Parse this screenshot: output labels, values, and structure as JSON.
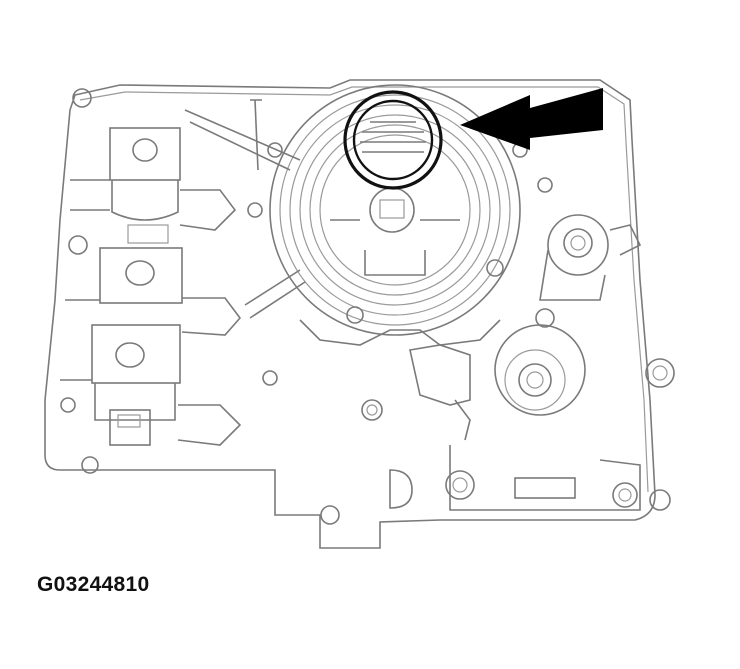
{
  "figure": {
    "id_label": "G03244810",
    "subject": "transmission valve body line drawing",
    "callouts": [
      {
        "type": "circle-highlight",
        "target": "seal / o-ring at top of accumulator bore",
        "color": "#111111"
      },
      {
        "type": "arrow",
        "direction": "left",
        "points_to": "circled seal",
        "color": "#000000"
      }
    ]
  },
  "colors": {
    "background": "#ffffff",
    "line_art": "#7a7a7a",
    "highlight": "#111111"
  }
}
